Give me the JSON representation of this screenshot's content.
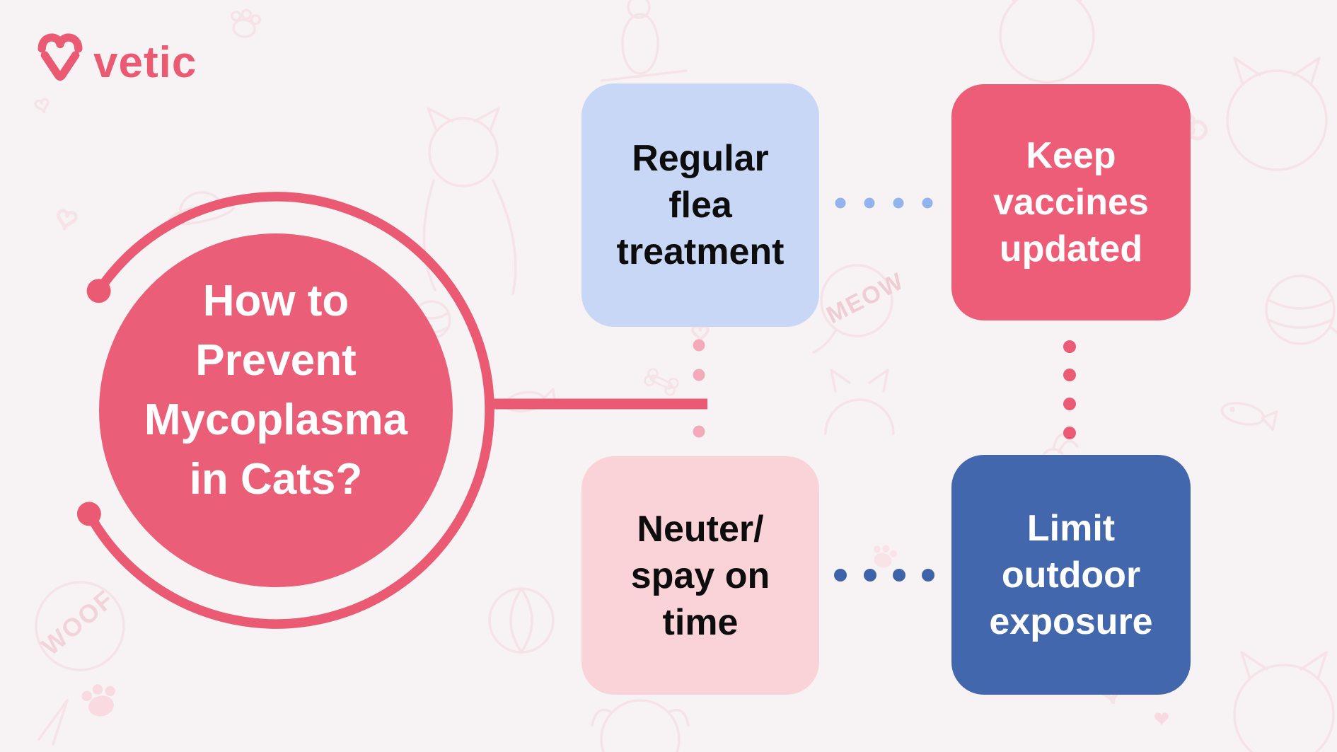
{
  "brand": {
    "name": "vetic",
    "color": "#EA5A73"
  },
  "title_circle": {
    "text": "How to Prevent Mycoplasma in Cats?",
    "lines": [
      "How to",
      "Prevent",
      "Mycoplasma",
      "in Cats?"
    ],
    "fill": "#EB5E77",
    "text_color": "#FFFFFF"
  },
  "boxes": [
    {
      "id": "regular-flea-treatment",
      "label": "Regular flea treatment",
      "lines": [
        "Regular",
        "flea",
        "treatment"
      ],
      "bg": "#C8D7F5",
      "text_color": "#0D0D0D"
    },
    {
      "id": "keep-vaccines-updated",
      "label": "Keep vaccines updated",
      "lines": [
        "Keep",
        "vaccines",
        "updated"
      ],
      "bg": "#EE5D77",
      "text_color": "#FFFFFF"
    },
    {
      "id": "neuter-spay-on-time",
      "label": "Neuter/ spay on time",
      "lines": [
        "Neuter/",
        "spay on",
        "time"
      ],
      "bg": "#FAD3D9",
      "text_color": "#0D0D0D"
    },
    {
      "id": "limit-outdoor-exposure",
      "label": "Limit outdoor exposure",
      "lines": [
        "Limit",
        "outdoor",
        "exposure"
      ],
      "bg": "#4267AC",
      "text_color": "#FFFFFF"
    }
  ],
  "connectors": {
    "line_color": "#EA5A73",
    "top_dots": "#93B3EC",
    "left_dots": "#F3AABA",
    "right_dots": "#EB5B76",
    "bottom_dots": "#3E63A9"
  },
  "doodles": {
    "meow_text": "MEOW",
    "woof_text": "WOOF"
  },
  "palette": {
    "page_background": "#F7F3F4",
    "doodle_stroke": "#F3DCE1"
  }
}
